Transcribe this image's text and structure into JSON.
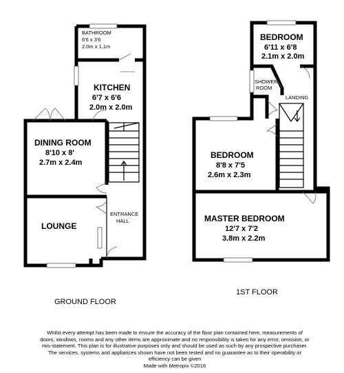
{
  "ground_floor": {
    "label": "GROUND FLOOR",
    "rooms": {
      "bathroom": {
        "name": "BATHROOM",
        "dim_ft": "6'6 x 3'6",
        "dim_m": "2.0m x 1.1m"
      },
      "kitchen": {
        "name": "KITCHEN",
        "dim_ft": "6'7 x 6'6",
        "dim_m": "2.0m x 2.0m"
      },
      "dining_room": {
        "name": "DINING ROOM",
        "dim_ft": "8'10 x 8'",
        "dim_m": "2.7m x 2.4m"
      },
      "entrance_hall": {
        "name_line1": "ENTRANCE",
        "name_line2": "HALL"
      },
      "lounge": {
        "name": "LOUNGE"
      }
    }
  },
  "first_floor": {
    "label": "1ST FLOOR",
    "rooms": {
      "bedroom_rear": {
        "name": "BEDROOM",
        "dim_ft": "6'11 x 6'8",
        "dim_m": "2.1m x 2.0m"
      },
      "shower_room": {
        "name_line1": "SHOWER",
        "name_line2": "ROOM"
      },
      "landing": {
        "name": "LANDING"
      },
      "bedroom_middle": {
        "name": "BEDROOM",
        "dim_ft": "8'8 x 7'5",
        "dim_m": "2.6m x 2.3m"
      },
      "master_bedroom": {
        "name": "MASTER BEDROOM",
        "dim_ft": "12'7 x 7'2",
        "dim_m": "3.8m x 2.2m"
      }
    }
  },
  "disclaimer": {
    "body": "Whilst every attempt has been made to ensure the accuracy of the floor plan contained here, measurements of doors, windows, rooms and any other items are approximate and no responsibility is taken for any error, omission, or mis-statement. This plan is for illustrative purposes only and should be used as such by any prospective purchaser. The services, systems and appliances shown have not been tested and no guarantee as to their operability or efficiency can be given",
    "credit": "Made with Metropix ©2016"
  }
}
